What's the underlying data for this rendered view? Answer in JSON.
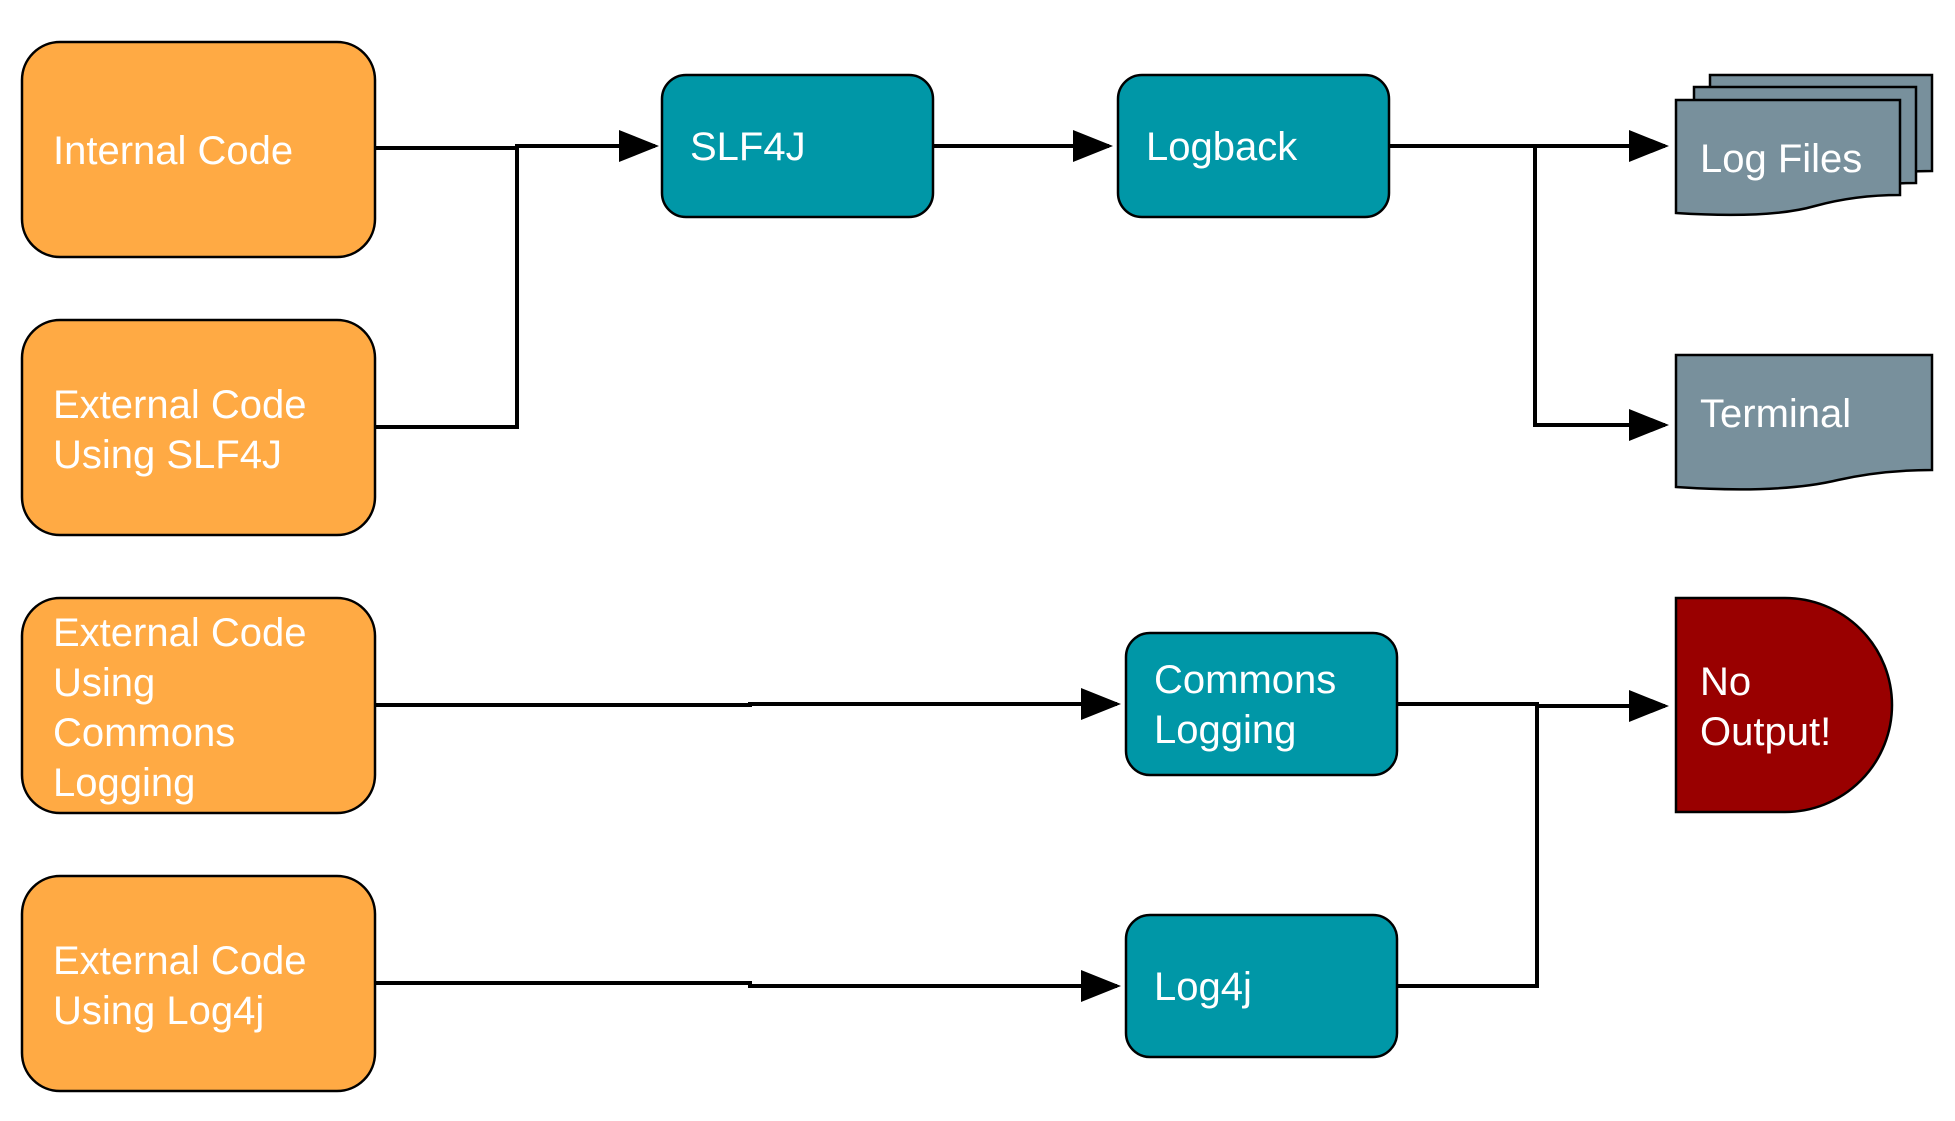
{
  "colors": {
    "source": "#ffaa44",
    "logger": "#0097a7",
    "output": "#78909c",
    "error": "#990000",
    "edge": "#000000",
    "text": "#ffffff"
  },
  "nodes": {
    "internal_code": {
      "lines": [
        "Internal Code"
      ]
    },
    "external_slf4j": {
      "lines": [
        "External Code",
        "Using SLF4J"
      ]
    },
    "external_commons": {
      "lines": [
        "External Code",
        "Using",
        "Commons",
        "Logging"
      ]
    },
    "external_log4j": {
      "lines": [
        "External Code",
        "Using Log4j"
      ]
    },
    "slf4j": {
      "lines": [
        "SLF4J"
      ]
    },
    "logback": {
      "lines": [
        "Logback"
      ]
    },
    "commons_logging": {
      "lines": [
        "Commons",
        "Logging"
      ]
    },
    "log4j": {
      "lines": [
        "Log4j"
      ]
    },
    "log_files": {
      "lines": [
        "Log Files"
      ]
    },
    "terminal": {
      "lines": [
        "Terminal"
      ]
    },
    "no_output": {
      "lines": [
        "No",
        "Output!"
      ]
    }
  },
  "edges": [
    {
      "from": "internal_code",
      "to": "slf4j"
    },
    {
      "from": "external_slf4j",
      "to": "slf4j"
    },
    {
      "from": "slf4j",
      "to": "logback"
    },
    {
      "from": "logback",
      "to": "log_files"
    },
    {
      "from": "logback",
      "to": "terminal"
    },
    {
      "from": "external_commons",
      "to": "commons_logging"
    },
    {
      "from": "external_log4j",
      "to": "log4j"
    },
    {
      "from": "commons_logging",
      "to": "no_output"
    },
    {
      "from": "log4j",
      "to": "no_output"
    }
  ]
}
